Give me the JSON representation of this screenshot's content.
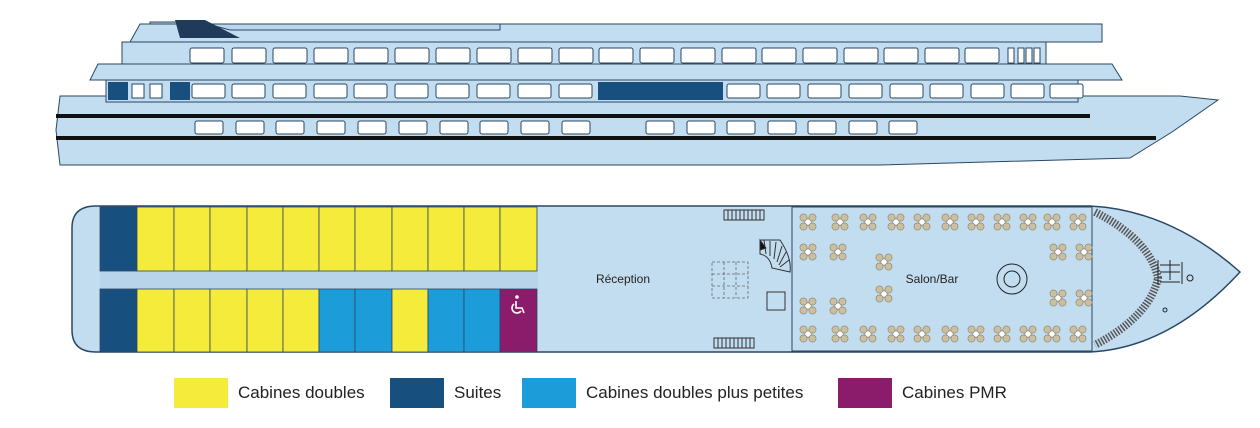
{
  "deck_plan": {
    "room_labels": {
      "reception": "Réception",
      "salon_bar": "Salon/Bar"
    }
  },
  "legend": [
    {
      "label": "Cabines doubles",
      "color": "#f4eb3a"
    },
    {
      "label": "Suites",
      "color": "#17507f"
    },
    {
      "label": "Cabines doubles plus petites",
      "color": "#1c9cd8"
    },
    {
      "label": "Cabines PMR",
      "color": "#8b1c6b"
    }
  ],
  "icons": {
    "accessibility": "wheelchair-icon"
  },
  "colors": {
    "hull": "#c3ddf0",
    "outline": "#1a3a5a",
    "seat": "#cbbfa2"
  }
}
